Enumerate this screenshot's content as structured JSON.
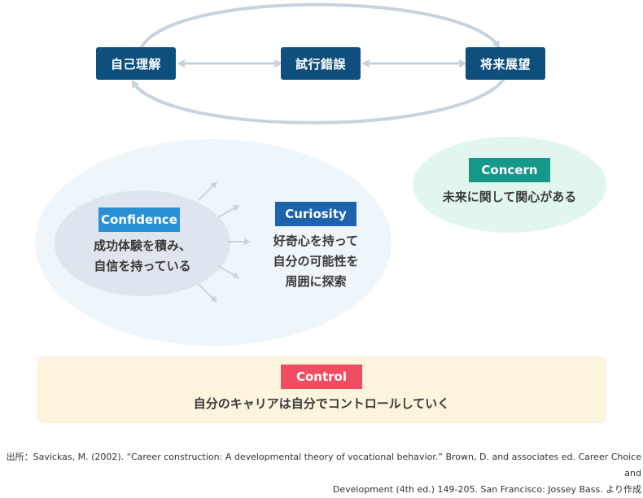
{
  "cycle": {
    "nodes": [
      "自己理解",
      "試行錯誤",
      "将来展望"
    ]
  },
  "concern": {
    "label": "Concern",
    "description": "未来に関して関心がある"
  },
  "confidence": {
    "label": "Confidence",
    "description_lines": [
      "成功体験を積み、",
      "自信を持っている"
    ]
  },
  "curiosity": {
    "label": "Curiosity",
    "description_lines": [
      "好奇心を持って",
      "自分の可能性を",
      "周囲に探索"
    ]
  },
  "control": {
    "label": "Control",
    "description": "自分のキャリアは自分でコントロールしていく"
  },
  "source": {
    "lines": [
      "出所：Savickas, M. (2002). “Career construction: A developmental theory of vocational behavior.” Brown, D. and associates ed. Career Choice and",
      "Development (4th ed.) 149-205. San Francisco: Jossey Bass. より作成"
    ]
  },
  "colors": {
    "navy": "#0e4f7e",
    "teal": "#16988a",
    "sky_blue": "#2b8fd4",
    "royal_blue": "#1d62ad",
    "coral": "#f04d62",
    "connector": "#c7d3de",
    "confidence_outer": "#eef6fb",
    "confidence_inner": "#dfe5ee",
    "concern_bg": "#e2f6f0",
    "control_bg": "#fdf4dd"
  }
}
